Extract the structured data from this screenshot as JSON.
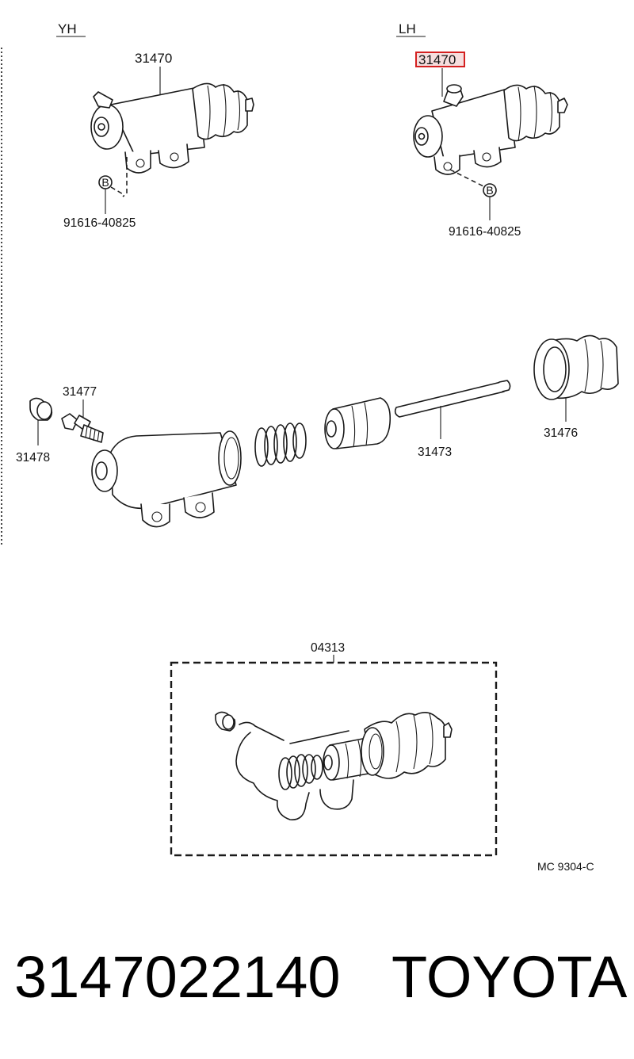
{
  "variants": {
    "yh": "YH",
    "lh": "LH"
  },
  "parts": {
    "cyl_yh": "31470",
    "cyl_lh": "31470",
    "bolt_yh": "91616-40825",
    "bolt_lh": "91616-40825",
    "bolt_marker": "B",
    "bleeder_screw": "31477",
    "bleeder_cap": "31478",
    "push_rod": "31473",
    "boot": "31476",
    "repair_kit": "04313"
  },
  "figure_code": "MC  9304-C",
  "part_number": "3147022140",
  "brand": "TOYOTA",
  "colors": {
    "highlight": "#d42020",
    "ink": "#1a1a1a"
  }
}
